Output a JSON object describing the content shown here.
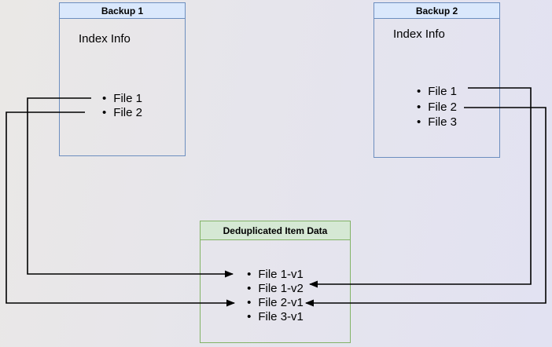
{
  "diagram": {
    "description": "Backup deduplication diagram",
    "boxes": {
      "backup1": {
        "title": "Backup 1",
        "body_label": "Index Info",
        "items": [
          "File 1",
          "File 2"
        ]
      },
      "backup2": {
        "title": "Backup 2",
        "body_label": "Index Info",
        "items": [
          "File 1",
          "File 2",
          "File 3"
        ]
      },
      "dedup": {
        "title": "Deduplicated Item Data",
        "items": [
          "File 1-v1",
          "File 1-v2",
          "File 2-v1",
          "File 3-v1"
        ]
      }
    },
    "connections": [
      {
        "from": "Backup 1 / File 1",
        "to": "Deduplicated Item Data / File 1-v1"
      },
      {
        "from": "Backup 1 / File 2",
        "to": "Deduplicated Item Data / File 2-v1"
      },
      {
        "from": "Backup 2 / File 1",
        "to": "Deduplicated Item Data / File 1-v2"
      },
      {
        "from": "Backup 2 / File 2",
        "to": "Deduplicated Item Data / File 2-v1"
      }
    ],
    "colors": {
      "backup_header_fill": "#dae8fc",
      "backup_border": "#6c8ebf",
      "dedup_header_fill": "#d5e8d4",
      "dedup_border": "#82b366",
      "connector": "#000000",
      "text": "#000000"
    }
  }
}
